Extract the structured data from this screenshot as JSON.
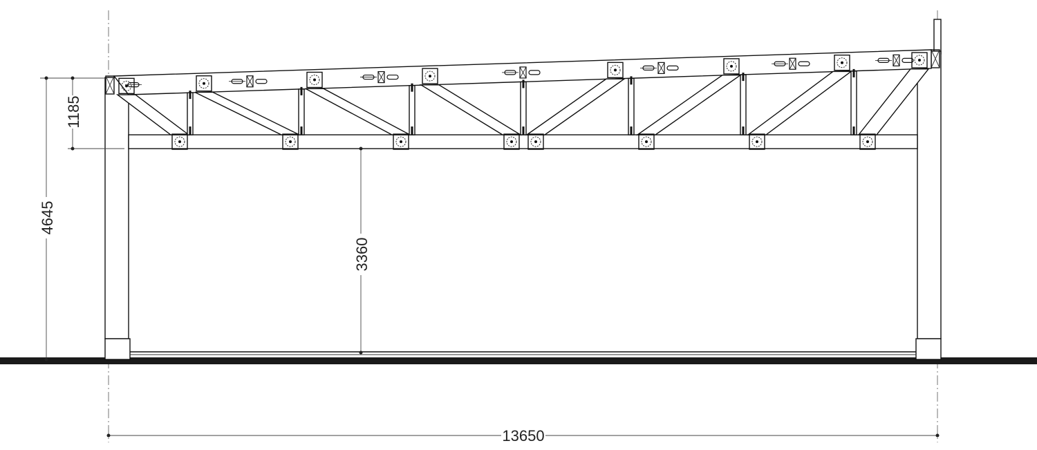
{
  "drawing": {
    "title": "Truss frame elevation",
    "dimensions": {
      "total_height": "4645",
      "truss_depth": "1185",
      "clear_height": "3360",
      "span": "13650"
    },
    "colors": {
      "line": "#111111",
      "ground": "#1a1a1a",
      "background": "#ffffff"
    }
  }
}
